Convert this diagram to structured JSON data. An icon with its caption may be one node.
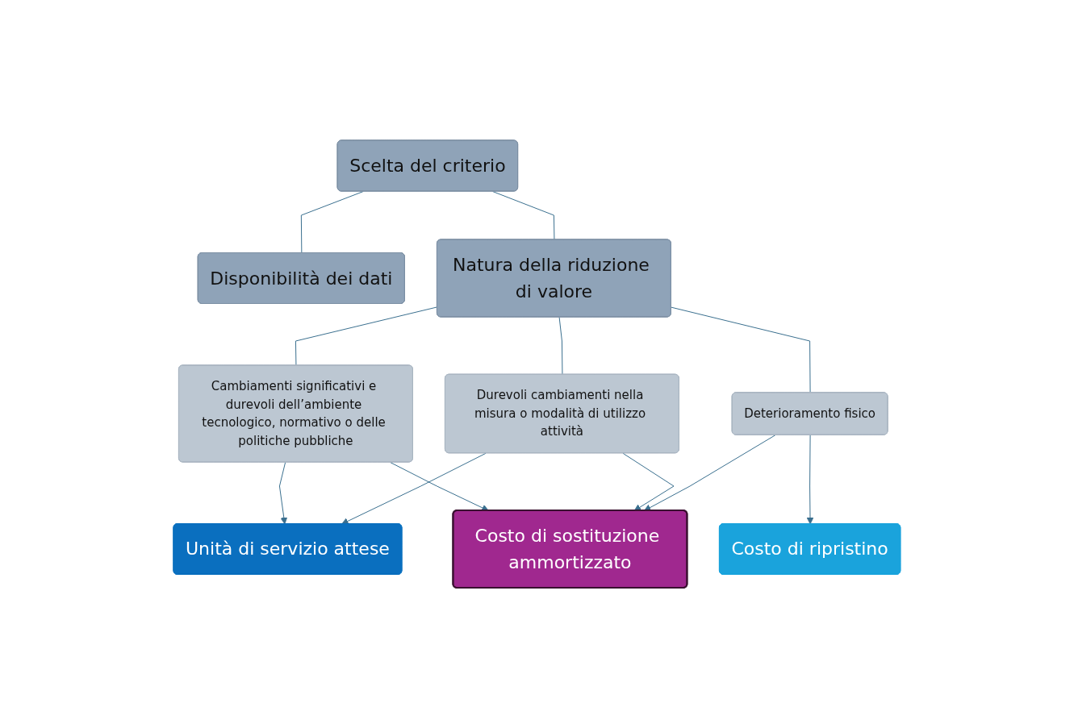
{
  "diagram": {
    "nodes": [
      {
        "text": [
          "Scelta del criterio"
        ]
      },
      {
        "text": [
          "Disponibilità dei dati"
        ]
      },
      {
        "text": [
          "Natura della riduzione di valore"
        ]
      },
      {
        "text": [
          "Cambiamenti significativi e durevoli dell’ambiente tecnologico, normativo o delle politiche pubbliche"
        ]
      },
      {
        "text": [
          "Durevoli cambiamenti nella misura o modalità di utilizzo attività"
        ]
      },
      {
        "text": [
          "Deterioramento fisico"
        ]
      },
      {
        "text": [
          "Unità di servizio attese"
        ]
      },
      {
        "text": [
          "Costo di sostituzione ammortizzato"
        ]
      },
      {
        "text": [
          "Costo di ripristino"
        ]
      }
    ],
    "edges": [
      {
        "from": 0,
        "to": 1,
        "arrow": "none"
      },
      {
        "from": 0,
        "to": 2,
        "arrow": "none"
      },
      {
        "from": 2,
        "to": 3,
        "arrow": "none"
      },
      {
        "from": 2,
        "to": 4,
        "arrow": "none"
      },
      {
        "from": 2,
        "to": 5,
        "arrow": "none"
      },
      {
        "from": 3,
        "to": 6,
        "arrow": "to"
      },
      {
        "from": 3,
        "to": 7,
        "arrow": "to"
      },
      {
        "from": 4,
        "to": 6,
        "arrow": "to"
      },
      {
        "from": 4,
        "to": 7,
        "arrow": "to"
      },
      {
        "from": 5,
        "to": 7,
        "arrow": "to"
      },
      {
        "from": 5,
        "to": 8,
        "arrow": "to"
      }
    ]
  }
}
